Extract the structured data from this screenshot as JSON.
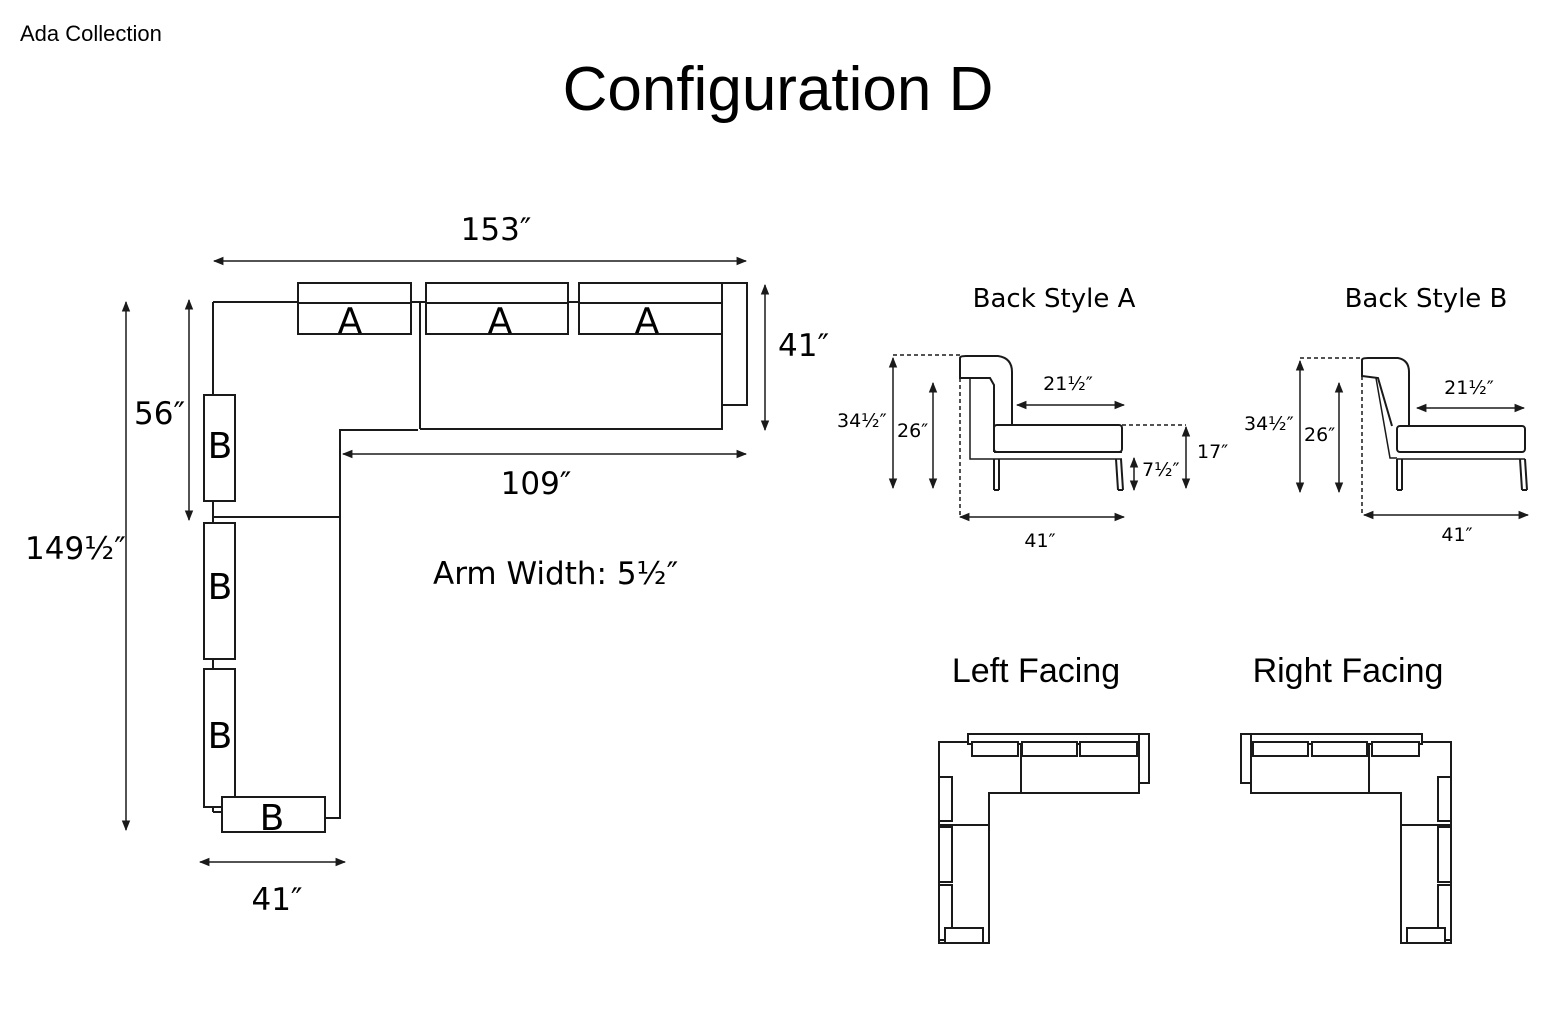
{
  "header": {
    "collection": "Ada Collection",
    "title": "Configuration D"
  },
  "plan": {
    "dim_total_width": "153″",
    "dim_depth": "41″",
    "dim_inner_width": "109″",
    "dim_chaise": "56″",
    "dim_total_length": "149½″",
    "dim_bottom_width": "41″",
    "arm_width": "Arm Width: 5½″",
    "cushion_a": "A",
    "cushion_b": "B"
  },
  "back_style_a": {
    "title": "Back Style A",
    "total_height": "34½″",
    "back_height": "26″",
    "seat_depth": "21½″",
    "seat_height": "17″",
    "leg_height": "7½″",
    "depth": "41″"
  },
  "back_style_b": {
    "title": "Back Style B",
    "total_height": "34½″",
    "back_height": "26″",
    "seat_depth": "21½″",
    "depth": "41″"
  },
  "orientation": {
    "left": "Left Facing",
    "right": "Right Facing"
  }
}
